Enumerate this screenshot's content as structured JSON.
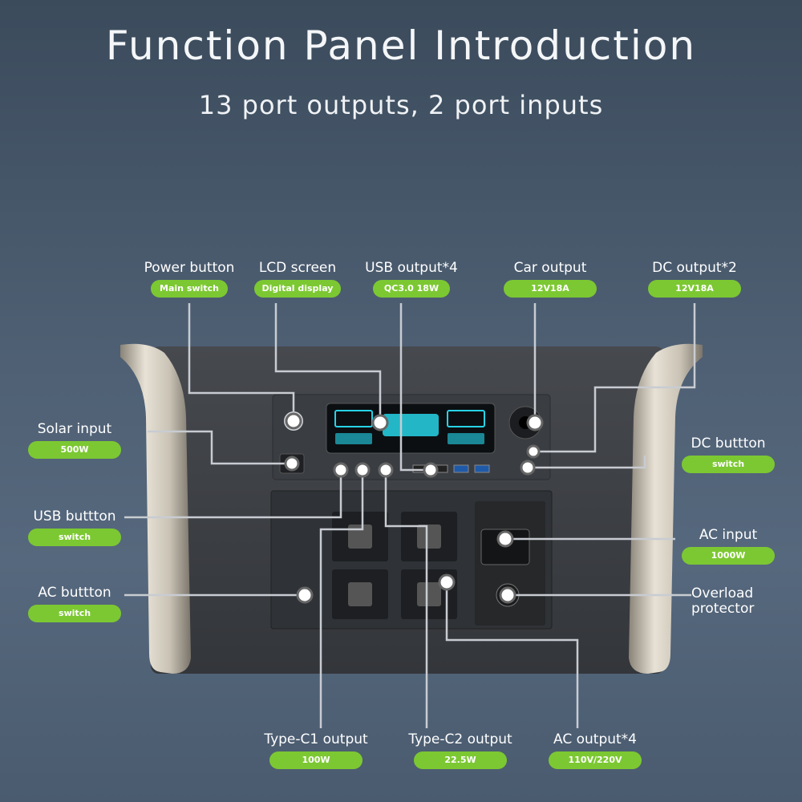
{
  "header": {
    "title": "Function Panel Introduction",
    "subtitle": "13 port outputs, 2 port inputs"
  },
  "callouts": {
    "power_button": {
      "label": "Power button",
      "badge": "Main switch"
    },
    "lcd_screen": {
      "label": "LCD screen",
      "badge": "Digital display"
    },
    "usb_output": {
      "label": "USB output*4",
      "badge": "QC3.0 18W"
    },
    "car_output": {
      "label": "Car output",
      "badge": "12V18A"
    },
    "dc_output": {
      "label": "DC output*2",
      "badge": "12V18A"
    },
    "solar_input": {
      "label": "Solar input",
      "badge": "500W"
    },
    "dc_button": {
      "label": "DC buttton",
      "badge": "switch"
    },
    "usb_button": {
      "label": "USB buttton",
      "badge": "switch"
    },
    "ac_input": {
      "label": "AC input",
      "badge": "1000W"
    },
    "ac_button": {
      "label": "AC buttton",
      "badge": "switch"
    },
    "overload_protector": {
      "line1": "Overload",
      "line2": "protector"
    },
    "typec1_output": {
      "label": "Type-C1 output",
      "badge": "100W"
    },
    "typec2_output": {
      "label": "Type-C2 output",
      "badge": "22.5W"
    },
    "ac_output": {
      "label": "AC output*4",
      "badge": "110V/220V"
    }
  },
  "colors": {
    "badge_green": "#7cc832",
    "lcd_accent": "#27d3e6",
    "device_body": "#3c3f44"
  }
}
